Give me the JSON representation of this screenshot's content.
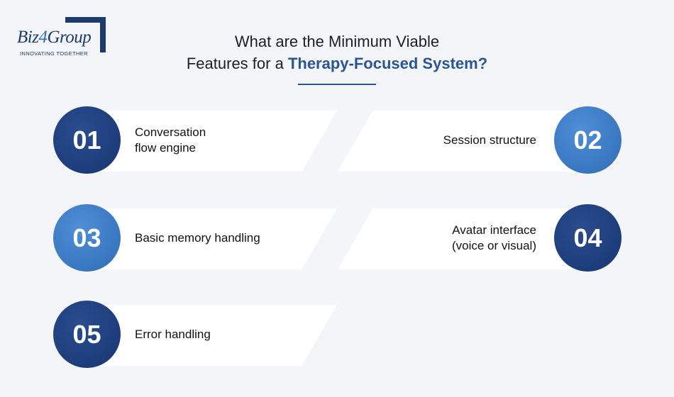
{
  "logo": {
    "word_a": "Biz",
    "word_b": "4",
    "word_c": "Group",
    "tagline": "INNOVATING TOGETHER"
  },
  "title": {
    "line1": "What are the Minimum Viable",
    "line2_prefix": "Features for a ",
    "line2_accent": "Therapy-Focused System?"
  },
  "colors": {
    "accent": "#2a5595",
    "dark_circle": "#183572",
    "light_circle": "#2f6cb8"
  },
  "features": [
    {
      "number": "01",
      "line1": "Conversation",
      "line2": "flow engine"
    },
    {
      "number": "02",
      "line1": "Session structure",
      "line2": ""
    },
    {
      "number": "03",
      "line1": "Basic memory handling",
      "line2": ""
    },
    {
      "number": "04",
      "line1": "Avatar interface",
      "line2": "(voice or visual)"
    },
    {
      "number": "05",
      "line1": "Error handling",
      "line2": ""
    }
  ]
}
